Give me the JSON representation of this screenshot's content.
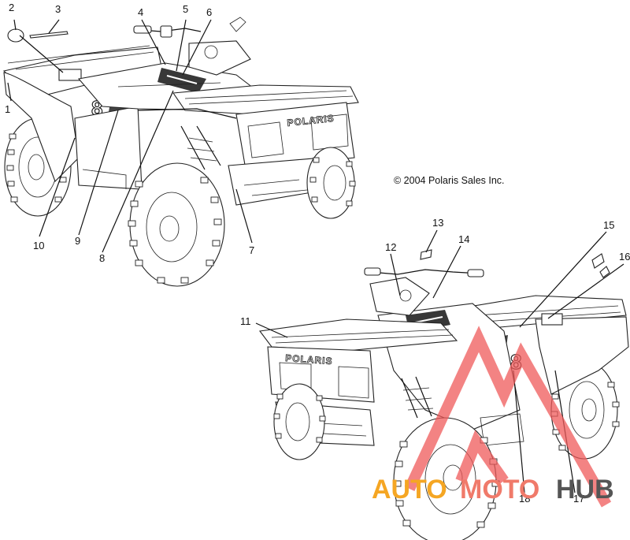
{
  "copyright": "© 2004 Polaris Sales Inc.",
  "callouts": [
    "1",
    "2",
    "3",
    "4",
    "5",
    "6",
    "7",
    "8",
    "9",
    "10",
    "11",
    "12",
    "13",
    "14",
    "15",
    "16",
    "17",
    "18"
  ],
  "grille_brand": "POLARIS",
  "fender_number": "8",
  "watermark": {
    "auto": "AUTO",
    "moto": "MOTO",
    "hub": "HUB"
  }
}
